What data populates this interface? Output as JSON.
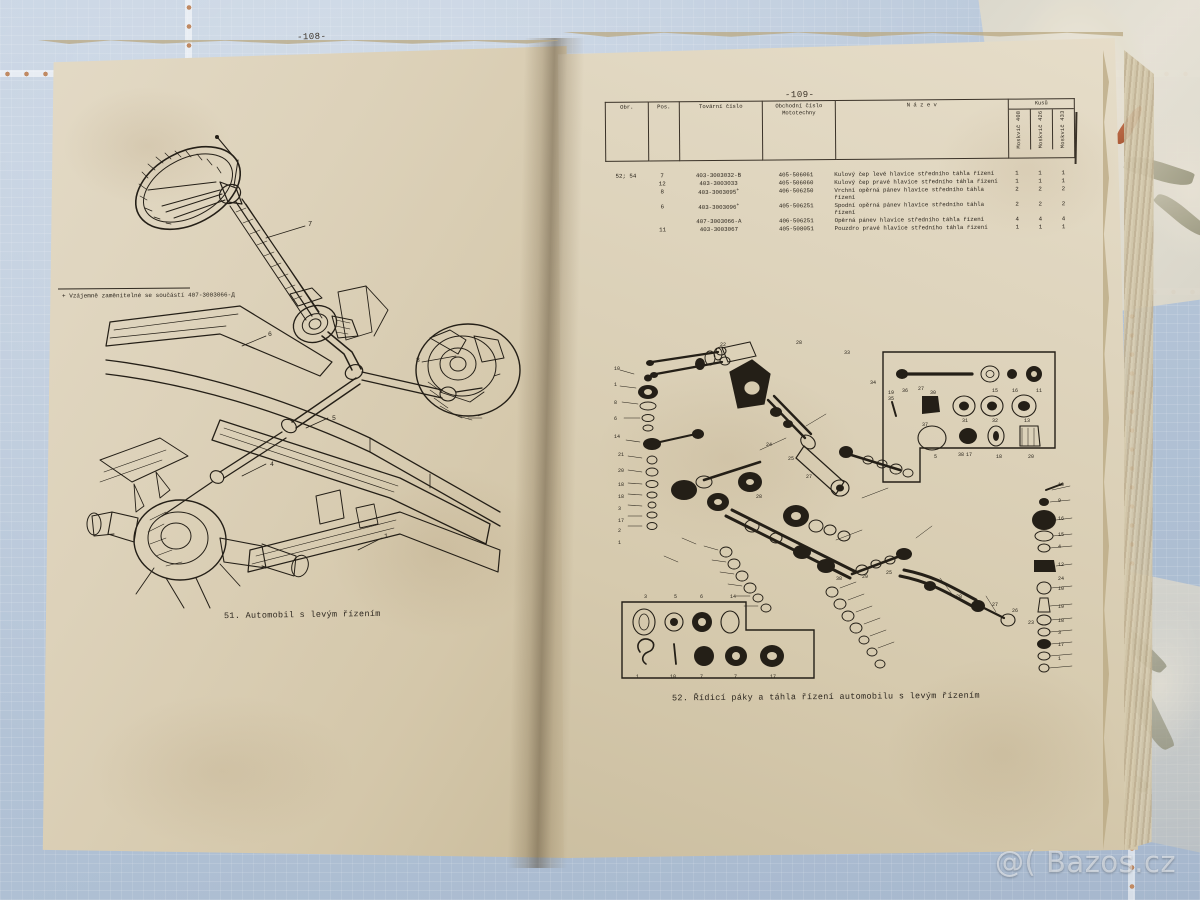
{
  "photo": {
    "watermark": "@( Bazos.cz",
    "background_color": "#b6c5d8",
    "page_color": "#ded3bd",
    "ink_color": "#2a241b"
  },
  "left_page": {
    "folio": "-108-",
    "figure_caption": "51.  Automobil s levým řízením"
  },
  "right_page": {
    "folio": "-109-",
    "figure_caption": "52.  Řídicí páky a táhla řízení automobilu s levým řízením",
    "footnote": "+ Vzájemně zaměnitelné se součástí 407-3003066-Д",
    "table": {
      "headers": {
        "obr": "Obr.",
        "pos": "Pos.",
        "tovarni_cislo": "Tovární číslo",
        "obchodni_cislo": "Obchodní číslo Mototechny",
        "nazev": "N á z e v",
        "qty_group": "Kusů",
        "qty_cols": [
          "Moskvič 408",
          "Moskvič 426",
          "Moskvič 433"
        ]
      },
      "rows": [
        {
          "obr": "52; 54",
          "pos": "7",
          "tovarni": "403-3003032-B",
          "obchodni": "405-506061",
          "nazev": "Kulový čep levé hlavice středního táhla řízení",
          "qty": [
            "1",
            "1",
            "1"
          ]
        },
        {
          "obr": "",
          "pos": "12",
          "tovarni": "403-3003033",
          "obchodni": "405-506060",
          "nazev": "Kulový čep pravé hlavice středního táhla řízení",
          "qty": [
            "1",
            "1",
            "1"
          ]
        },
        {
          "obr": "",
          "pos": "8",
          "tovarni": "403-3003095",
          "tovarni_sup": "+",
          "obchodni": "406-506250",
          "nazev": "Vrchní opěrná pánev hlavice středního táhla řízení",
          "qty": [
            "2",
            "2",
            "2"
          ]
        },
        {
          "obr": "",
          "pos": "6",
          "tovarni": "403-3003096",
          "tovarni_sup": "+",
          "obchodni": "405-506251",
          "nazev": "Spodní opěrná pánev hlavice středního táhla řízení",
          "qty": [
            "2",
            "2",
            "2"
          ]
        },
        {
          "obr": "",
          "pos": "",
          "tovarni": "407-3003066-A",
          "obchodni": "406-506251",
          "nazev": "Opěrná pánev hlavice středního táhla řízení",
          "qty": [
            "4",
            "4",
            "4"
          ]
        },
        {
          "obr": "",
          "pos": "11",
          "tovarni": "403-3003067",
          "obchodni": "405-508051",
          "nazev": "Pouzdro pravé hlavice středního táhla řízení",
          "qty": [
            "1",
            "1",
            "1"
          ]
        }
      ]
    }
  }
}
